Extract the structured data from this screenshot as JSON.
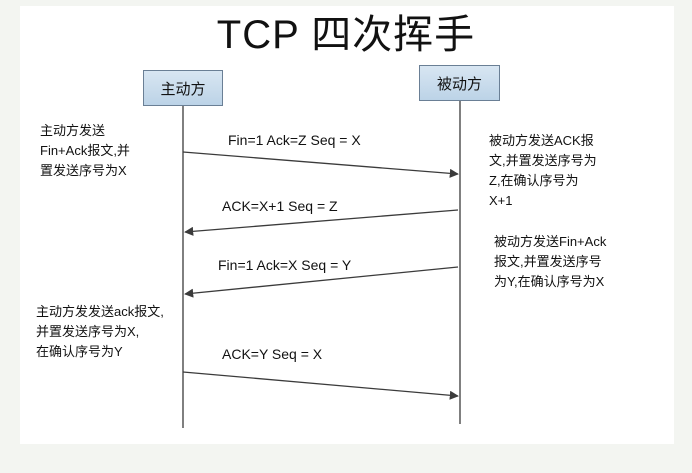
{
  "title": "TCP 四次挥手",
  "actors": {
    "left": "主动方",
    "right": "被动方"
  },
  "messages": [
    "Fin=1 Ack=Z Seq = X",
    "ACK=X+1 Seq = Z",
    "Fin=1 Ack=X Seq = Y",
    "ACK=Y Seq = X"
  ],
  "notes": {
    "left1": [
      "主动方发送",
      "Fin+Ack报文,并",
      "置发送序号为X"
    ],
    "right1": [
      "被动方发送ACK报",
      "文,并置发送序号为",
      "Z,在确认序号为",
      "X+1"
    ],
    "right2": [
      "被动方发送Fin+Ack",
      "报文,并置发送序号",
      "为Y,在确认序号为X"
    ],
    "left2": [
      "主动方发发送ack报文,",
      "并置发送序号为X,",
      "在确认序号为Y"
    ]
  },
  "colors": {
    "line": "#3b3b3b",
    "box_fill": "#c9dcee",
    "box_border": "#6a7f95"
  }
}
